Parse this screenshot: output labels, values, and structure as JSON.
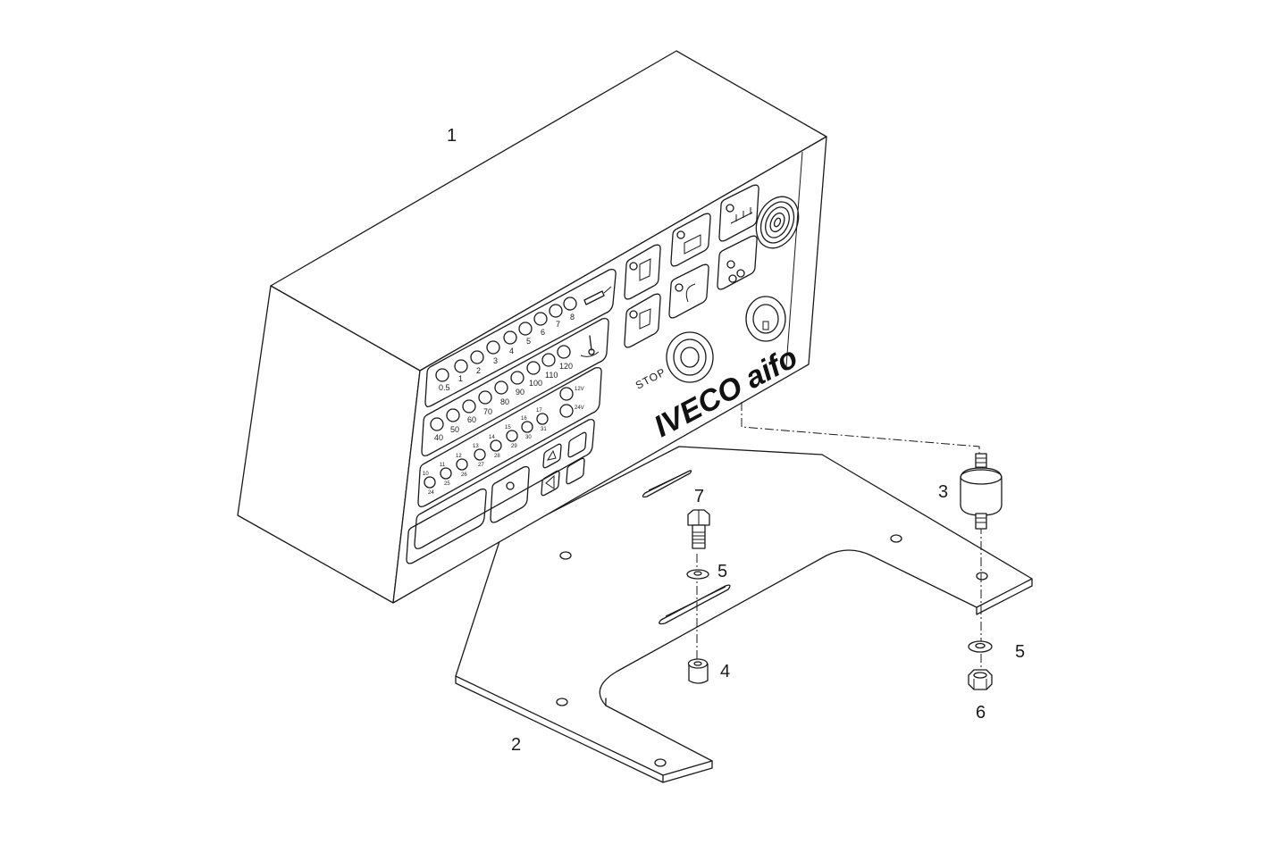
{
  "callouts": {
    "c1": "1",
    "c2": "2",
    "c3": "3",
    "c4": "4",
    "c5a": "5",
    "c5b": "5",
    "c6": "6",
    "c7": "7"
  },
  "panel": {
    "brand": "IVECO aifo",
    "stop_label": "STOP",
    "row1_labels": [
      "0.5",
      "1",
      "2",
      "3",
      "4",
      "5",
      "6",
      "7",
      "8"
    ],
    "row2_labels": [
      "100",
      "110",
      "120"
    ],
    "row2b_labels": [
      "60",
      "70",
      "80",
      "90"
    ],
    "row3_labels": [
      "40",
      "50",
      "60",
      "70",
      "80"
    ],
    "voltage_labels": [
      "12V",
      "24V"
    ],
    "row4_top": [
      "10",
      "11",
      "12",
      "13",
      "14",
      "15",
      "16",
      "17"
    ],
    "row4_bottom": [
      "24",
      "25",
      "26",
      "27",
      "28",
      "29",
      "30",
      "31"
    ]
  }
}
